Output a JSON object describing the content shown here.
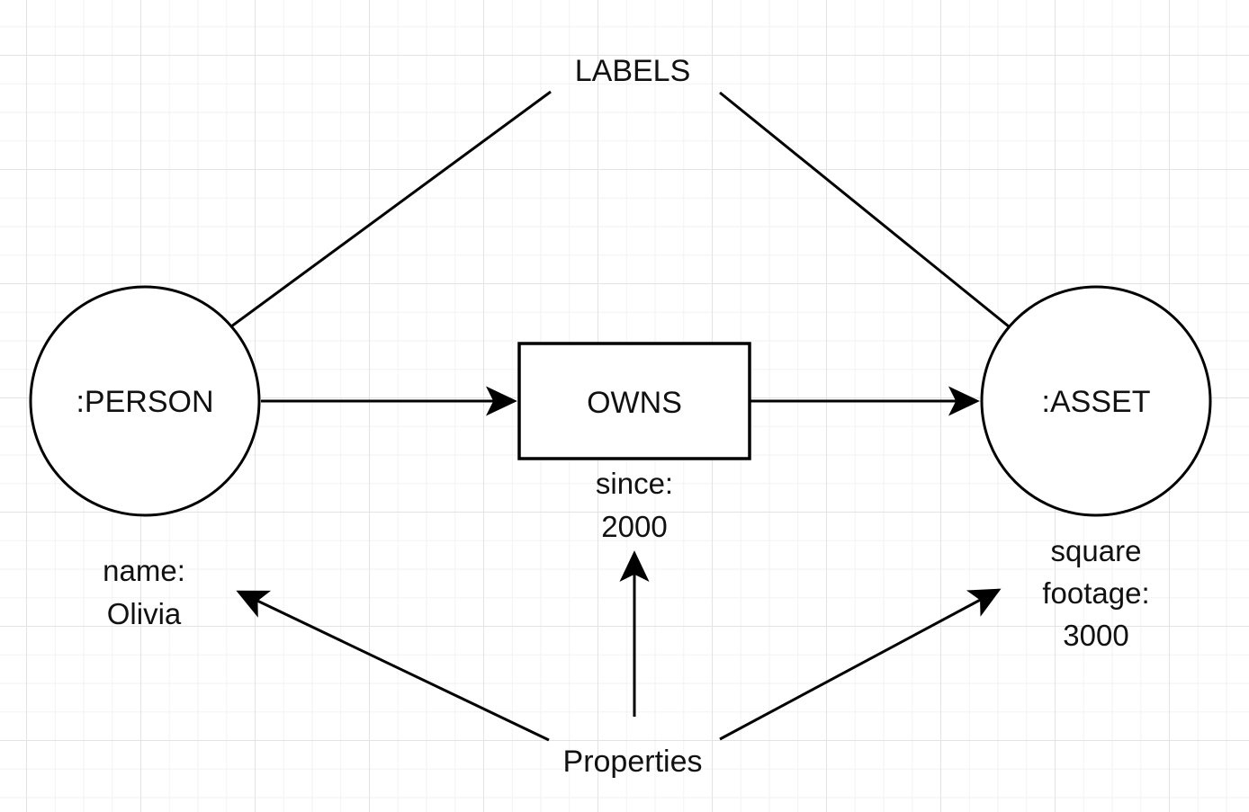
{
  "canvas": {
    "background_color": "#ffffff",
    "grid_minor_color": "#f2f2f2",
    "grid_major_color": "#e3e3e3",
    "stroke_color": "#000000",
    "text_color": "#111111"
  },
  "annotations": {
    "labels_caption": "LABELS",
    "properties_caption": "Properties"
  },
  "nodes": {
    "person": {
      "label": ":PERSON",
      "shape": "circle"
    },
    "asset": {
      "label": ":ASSET",
      "shape": "circle"
    }
  },
  "relationship": {
    "label": "OWNS",
    "shape": "rectangle"
  },
  "properties": {
    "person": {
      "lines": [
        "name:",
        "Olivia"
      ]
    },
    "relationship": {
      "lines": [
        "since:",
        "2000"
      ]
    },
    "asset": {
      "lines": [
        "square",
        "footage:",
        "3000"
      ]
    }
  }
}
